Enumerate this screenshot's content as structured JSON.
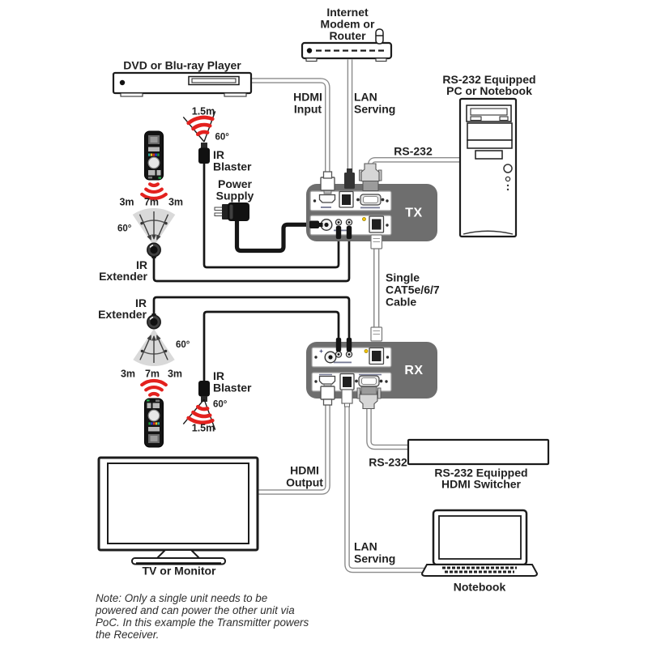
{
  "devices": {
    "internet_router": [
      "Internet",
      "Modem or",
      "Router"
    ],
    "dvd_player": "DVD or Blu-ray Player",
    "pc": [
      "RS-232 Equipped",
      "PC or Notebook"
    ],
    "transmitter": "TX",
    "receiver": "RX",
    "hdmi_switcher": [
      "RS-232 Equipped",
      "HDMI Switcher"
    ],
    "notebook": "Notebook",
    "tv": "TV or Monitor"
  },
  "connections": {
    "hdmi_input": [
      "HDMI",
      "Input"
    ],
    "lan_serving_top": [
      "LAN",
      "Serving"
    ],
    "rs232_top": "RS-232",
    "cat_cable": [
      "Single",
      "CAT5e/6/7",
      "Cable"
    ],
    "rs232_bottom": "RS-232",
    "hdmi_output": [
      "HDMI",
      "Output"
    ],
    "lan_serving_bottom": [
      "LAN",
      "Serving"
    ]
  },
  "ir": {
    "blaster_top": {
      "range": "1.5m",
      "angle": "60°",
      "label": [
        "IR",
        "Blaster"
      ]
    },
    "extender_top": {
      "ranges": [
        "3m",
        "7m",
        "3m"
      ],
      "angle": "60°",
      "label": [
        "IR",
        "Extender"
      ]
    },
    "extender_bottom": {
      "ranges": [
        "3m",
        "7m",
        "3m"
      ],
      "angle": "60°",
      "label": [
        "IR",
        "Extender"
      ]
    },
    "blaster_bottom": {
      "range": "1.5m",
      "angle": "60°",
      "label": [
        "IR",
        "Blaster"
      ]
    }
  },
  "power_supply": [
    "Power",
    "Supply"
  ],
  "note": [
    "Note: Only a single unit needs to be",
    "powered and can power the other unit via",
    "PoC. In this example the Transmitter powers",
    "the Receiver."
  ],
  "colors": {
    "unit_gray": "#6e6e6e",
    "ir_red": "#e3211e",
    "cone_gray": "#d9d9d9",
    "led_yellow": "#f2c200",
    "cable_outline": "#8b8b8b",
    "line_black": "#1a1a1a"
  }
}
